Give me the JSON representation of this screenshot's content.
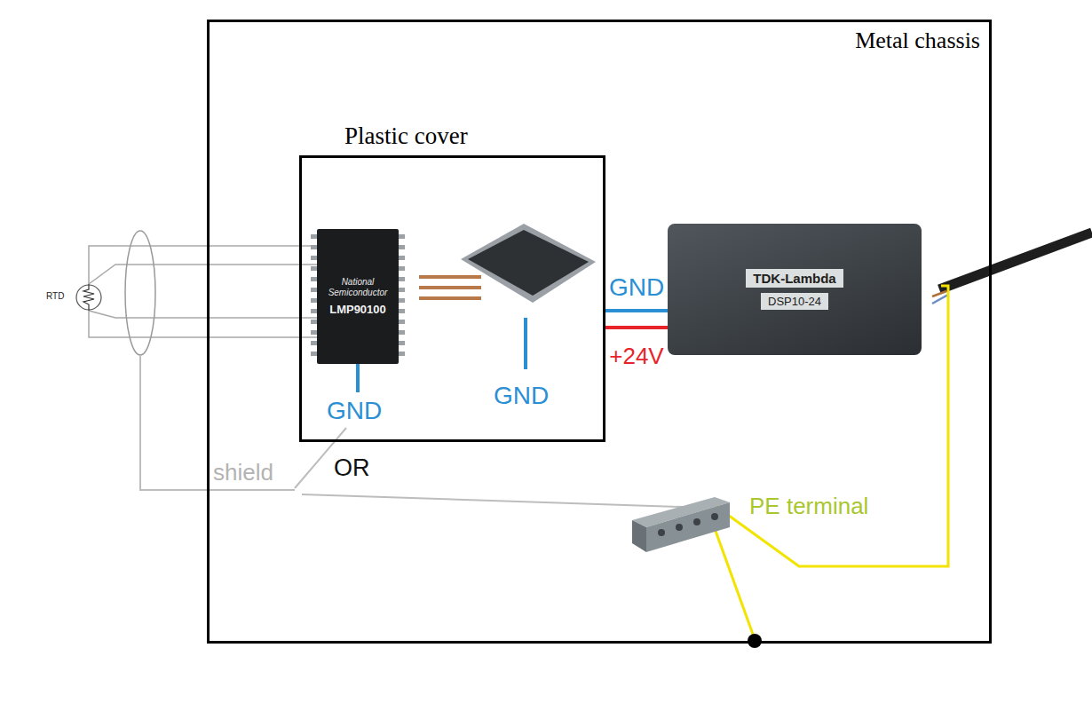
{
  "diagram": {
    "nodes": [
      {
        "text": [
          "Metal chassis"
        ]
      },
      {
        "text": [
          "Plastic cover"
        ],
        "in": 0
      },
      {
        "text": [
          "National Semiconductor",
          "LMP90100"
        ],
        "in": 1
      },
      {
        "text": [
          "TDK-Lambda",
          "DSP10-24"
        ],
        "in": 0
      }
    ],
    "edges": [
      {
        "from": 1,
        "to": 3,
        "arrow": "none",
        "label": "GND"
      },
      {
        "from": 1,
        "to": 3,
        "arrow": "none",
        "label": "+24V"
      }
    ],
    "labels": [
      "RTD",
      "GND",
      "GND",
      "shield",
      "OR",
      "PE terminal"
    ]
  }
}
